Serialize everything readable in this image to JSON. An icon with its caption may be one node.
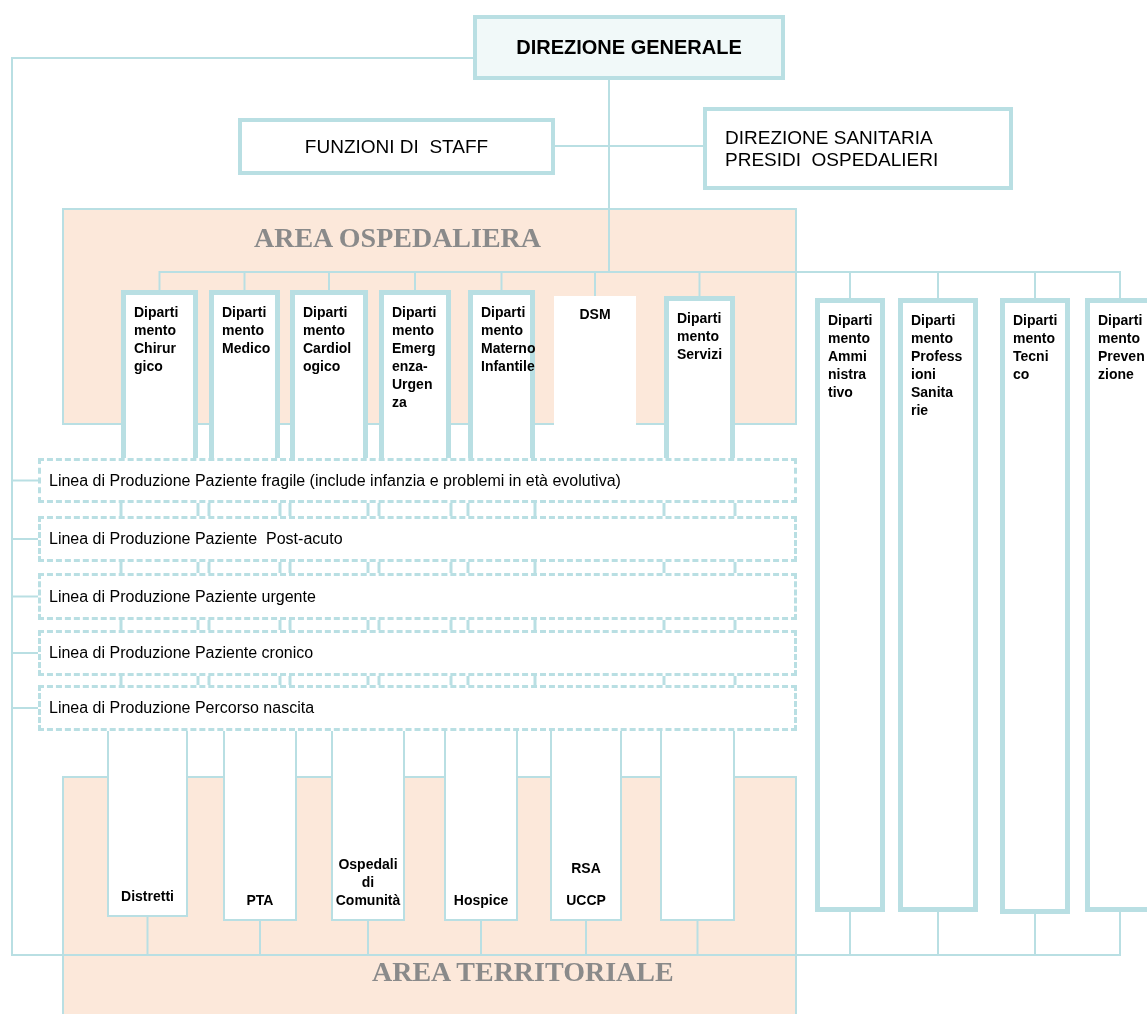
{
  "diagram": {
    "nodes": [
      {
        "text": [
          "DIREZIONE GENERALE"
        ]
      },
      {
        "text": [
          "FUNZIONI DI  STAFF"
        ]
      },
      {
        "text": [
          "DIREZIONE SANITARIA PRESIDI  OSPEDALIERI"
        ]
      },
      {
        "text": [
          "AREA OSPEDALIERA"
        ]
      },
      {
        "text": [
          "Diparti mento Chirur gico"
        ]
      },
      {
        "text": [
          "Diparti mento Medico"
        ]
      },
      {
        "text": [
          "Diparti mento Cardiol ogico"
        ]
      },
      {
        "text": [
          "Diparti mento Emerg enza- Urgen za"
        ]
      },
      {
        "text": [
          "Diparti mento Materno Infantile"
        ]
      },
      {
        "text": [
          "DSM"
        ]
      },
      {
        "text": [
          "Diparti mento Servizi"
        ]
      },
      {
        "text": [
          "Diparti mento Ammi nistra tivo"
        ]
      },
      {
        "text": [
          "Diparti mento Profess ioni Sanita rie"
        ]
      },
      {
        "text": [
          "Diparti mento Tecni co"
        ]
      },
      {
        "text": [
          "Diparti mento Preven zione"
        ]
      },
      {
        "text": [
          "Linea di Produzione Paziente fragile (include infanzia e problemi in età evolutiva)"
        ]
      },
      {
        "text": [
          "Linea di Produzione Paziente  Post-acuto"
        ]
      },
      {
        "text": [
          "Linea di Produzione Paziente urgente"
        ]
      },
      {
        "text": [
          "Linea di Produzione Paziente cronico"
        ]
      },
      {
        "text": [
          "Linea di Produzione Percorso nascita"
        ]
      },
      {
        "text": [
          "AREA TERRITORIALE"
        ]
      },
      {
        "text": [
          "Distretti"
        ]
      },
      {
        "text": [
          "PTA"
        ]
      },
      {
        "text": [
          "Ospedali di Comunità"
        ]
      },
      {
        "text": [
          "Hospice"
        ]
      },
      {
        "text": [
          "RSA",
          "UCCP"
        ]
      },
      {
        "text": [],
        "shape": "box"
      }
    ],
    "edges": [
      {
        "from": 0,
        "to": 1,
        "arrow": "none"
      },
      {
        "from": 0,
        "to": 2,
        "arrow": "none"
      },
      {
        "from": 0,
        "to": 4,
        "arrow": "none"
      },
      {
        "from": 0,
        "to": 5,
        "arrow": "none"
      },
      {
        "from": 0,
        "to": 6,
        "arrow": "none"
      },
      {
        "from": 0,
        "to": 7,
        "arrow": "none"
      },
      {
        "from": 0,
        "to": 8,
        "arrow": "none"
      },
      {
        "from": 0,
        "to": 9,
        "arrow": "none"
      },
      {
        "from": 0,
        "to": 10,
        "arrow": "none"
      },
      {
        "from": 0,
        "to": 11,
        "arrow": "none"
      },
      {
        "from": 0,
        "to": 12,
        "arrow": "none"
      },
      {
        "from": 0,
        "to": 13,
        "arrow": "none"
      },
      {
        "from": 0,
        "to": 14,
        "arrow": "none"
      },
      {
        "from": 0,
        "to": 15,
        "arrow": "none"
      },
      {
        "from": 0,
        "to": 16,
        "arrow": "none"
      },
      {
        "from": 0,
        "to": 17,
        "arrow": "none"
      },
      {
        "from": 0,
        "to": 18,
        "arrow": "none"
      },
      {
        "from": 0,
        "to": 19,
        "arrow": "none"
      },
      {
        "from": 0,
        "to": 21,
        "arrow": "none"
      },
      {
        "from": 0,
        "to": 22,
        "arrow": "none"
      },
      {
        "from": 0,
        "to": 23,
        "arrow": "none"
      },
      {
        "from": 0,
        "to": 24,
        "arrow": "none"
      },
      {
        "from": 0,
        "to": 25,
        "arrow": "none"
      },
      {
        "from": 0,
        "to": 26,
        "arrow": "none"
      },
      {
        "from": 0,
        "to": 11,
        "arrow": "none"
      },
      {
        "from": 0,
        "to": 12,
        "arrow": "none"
      },
      {
        "from": 0,
        "to": 13,
        "arrow": "none"
      },
      {
        "from": 0,
        "to": 14,
        "arrow": "none"
      }
    ]
  }
}
